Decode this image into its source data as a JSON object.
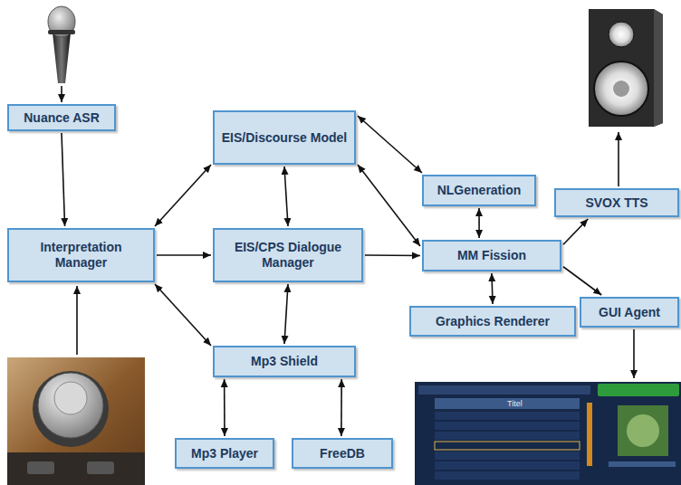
{
  "diagram": {
    "nodes": [
      {
        "text": [
          "Nuance ASR"
        ]
      },
      {
        "text": [
          "EIS/Discourse Model"
        ]
      },
      {
        "text": [
          "NLGeneration"
        ]
      },
      {
        "text": [
          "SVOX TTS"
        ]
      },
      {
        "text": [
          "Interpretation Manager"
        ]
      },
      {
        "text": [
          "EIS/CPS Dialogue Manager"
        ]
      },
      {
        "text": [
          "MM Fission"
        ]
      },
      {
        "text": [
          "Graphics Renderer"
        ]
      },
      {
        "text": [
          "GUI Agent"
        ]
      },
      {
        "text": [
          "Mp3 Shield"
        ]
      },
      {
        "text": [
          "Mp3 Player"
        ]
      },
      {
        "text": [
          "FreeDB"
        ]
      }
    ],
    "edges": [
      {
        "from": 0,
        "to": 4,
        "arrow": "to"
      },
      {
        "from": 4,
        "to": 1,
        "arrow": "both"
      },
      {
        "from": 4,
        "to": 5,
        "arrow": "to"
      },
      {
        "from": 4,
        "to": 9,
        "arrow": "both"
      },
      {
        "from": 1,
        "to": 5,
        "arrow": "both"
      },
      {
        "from": 1,
        "to": 2,
        "arrow": "both"
      },
      {
        "from": 1,
        "to": 6,
        "arrow": "both"
      },
      {
        "from": 5,
        "to": 6,
        "arrow": "to"
      },
      {
        "from": 5,
        "to": 9,
        "arrow": "both"
      },
      {
        "from": 2,
        "to": 6,
        "arrow": "both"
      },
      {
        "from": 6,
        "to": 3,
        "arrow": "to"
      },
      {
        "from": 6,
        "to": 7,
        "arrow": "both"
      },
      {
        "from": 6,
        "to": 8,
        "arrow": "to"
      },
      {
        "from": 9,
        "to": 10,
        "arrow": "both"
      },
      {
        "from": 9,
        "to": 11,
        "arrow": "both"
      }
    ],
    "labels": [
      "Titel"
    ]
  }
}
